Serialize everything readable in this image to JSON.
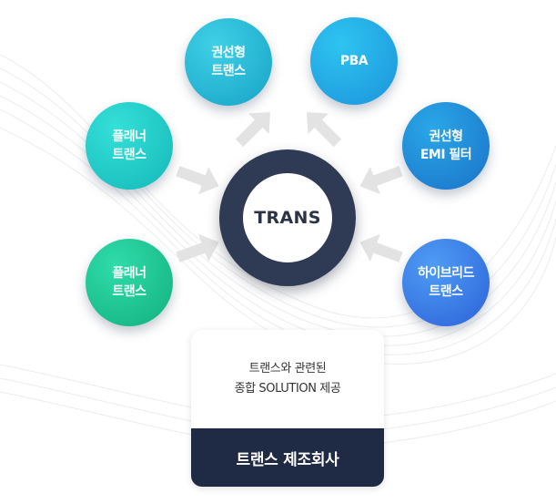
{
  "center": {
    "label": "TRANS"
  },
  "nodes": [
    {
      "id": "rkt-top",
      "line1": "권선형",
      "line2": "트랜스"
    },
    {
      "id": "pba",
      "line1": "PBA",
      "line2": ""
    },
    {
      "id": "planar-upper",
      "line1": "플래너",
      "line2": "트랜스"
    },
    {
      "id": "rkt-emi",
      "line1": "권선형",
      "line2": "EMI 필터"
    },
    {
      "id": "planar-lower",
      "line1": "플래너",
      "line2": "트랜스"
    },
    {
      "id": "hybrid",
      "line1": "하이브리드",
      "line2": "트랜스"
    }
  ],
  "card": {
    "desc_line1": "트랜스와 관련된",
    "desc_line2": "종합 SOLUTION 제공",
    "title": "트랜스 제조회사"
  },
  "colors": {
    "ring": "#2f3a55",
    "footer": "#1f2a45",
    "arrow": "#e3e3e3"
  }
}
